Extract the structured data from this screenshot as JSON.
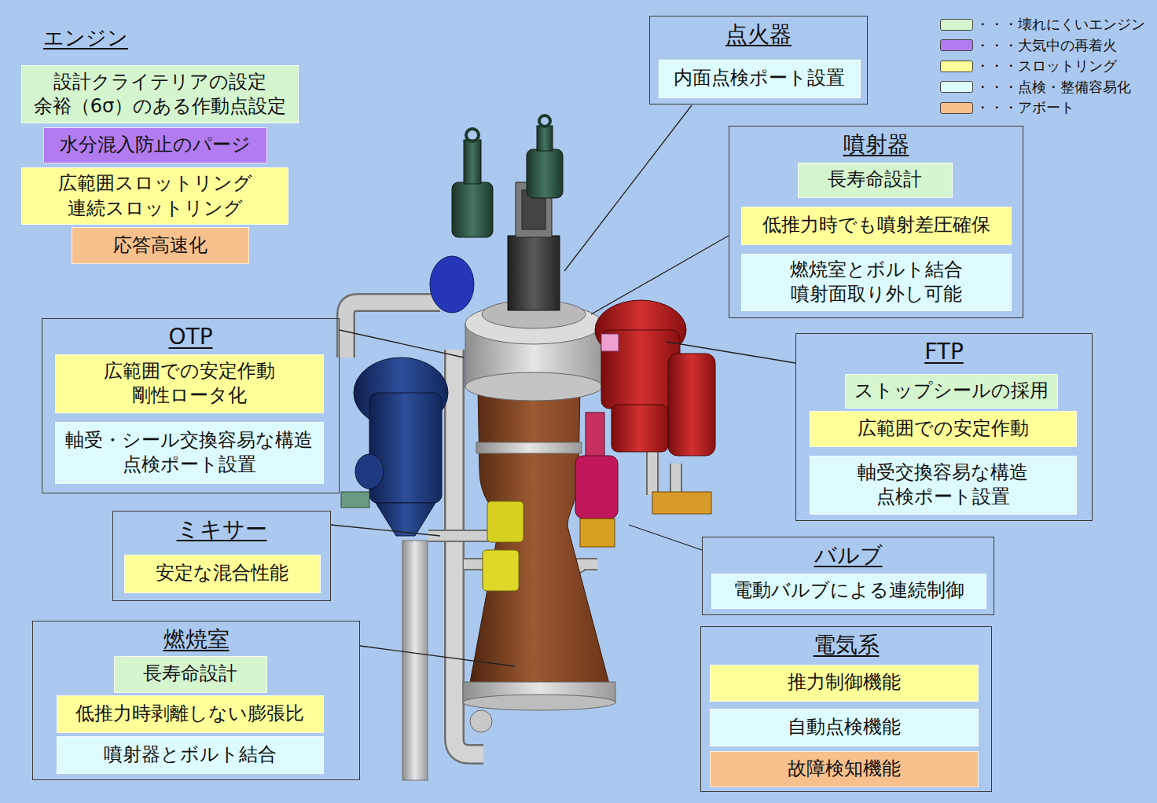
{
  "diagram": {
    "nodes": [
      {
        "text": [
          "設計クライテリアの設定 余裕（6σ）のある作動点設定"
        ]
      },
      {
        "text": [
          "水分混入防止のパージ"
        ]
      },
      {
        "text": [
          "広範囲スロットリング 連続スロットリング"
        ]
      },
      {
        "text": [
          "応答高速化"
        ]
      },
      {
        "text": [
          "点火器"
        ]
      },
      {
        "text": [
          "内面点検ポート設置"
        ],
        "in": 4
      },
      {
        "text": [
          "噴射器"
        ]
      },
      {
        "text": [
          "長寿命設計"
        ],
        "in": 6
      },
      {
        "text": [
          "低推力時でも噴射差圧確保"
        ],
        "in": 6
      },
      {
        "text": [
          "燃焼室とボルト結合 噴射面取り外し可能"
        ],
        "in": 6
      },
      {
        "text": [
          "OTP"
        ]
      },
      {
        "text": [
          "広範囲での安定作動 剛性ロータ化"
        ],
        "in": 10
      },
      {
        "text": [
          "軸受・シール交換容易な構造 点検ポート設置"
        ],
        "in": 10
      },
      {
        "text": [
          "FTP"
        ]
      },
      {
        "text": [
          "ストップシールの採用"
        ],
        "in": 13
      },
      {
        "text": [
          "広範囲での安定作動"
        ],
        "in": 13
      },
      {
        "text": [
          "軸受交換容易な構造 点検ポート設置"
        ],
        "in": 13
      },
      {
        "text": [
          "ミキサー"
        ]
      },
      {
        "text": [
          "安定な混合性能"
        ],
        "in": 17
      },
      {
        "text": [
          "バルブ"
        ]
      },
      {
        "text": [
          "電動バルブによる連続制御"
        ],
        "in": 19
      },
      {
        "text": [
          "燃焼室"
        ]
      },
      {
        "text": [
          "長寿命設計"
        ],
        "in": 21
      },
      {
        "text": [
          "低推力時剥離しない膨張比"
        ],
        "in": 21
      },
      {
        "text": [
          "噴射器とボルト結合"
        ],
        "in": 21
      },
      {
        "text": [
          "電気系"
        ]
      },
      {
        "text": [
          "推力制御機能"
        ],
        "in": 25
      },
      {
        "text": [
          "自動点検機能"
        ],
        "in": 25
      },
      {
        "text": [
          "故障検知機能"
        ],
        "in": 25
      }
    ],
    "labels": [
      "エンジン"
    ],
    "legend": [
      {
        "text": "・・・壊れにくいエンジン",
        "color": "#d5f5cf"
      },
      {
        "text": "・・・大気中の再着火",
        "color": "#b27cf0"
      },
      {
        "text": "・・・スロットリング",
        "color": "#ffff99"
      },
      {
        "text": "・・・点検・整備容易化",
        "color": "#ddfbfd"
      },
      {
        "text": "・・・アボート",
        "color": "#f7c08c"
      }
    ]
  }
}
